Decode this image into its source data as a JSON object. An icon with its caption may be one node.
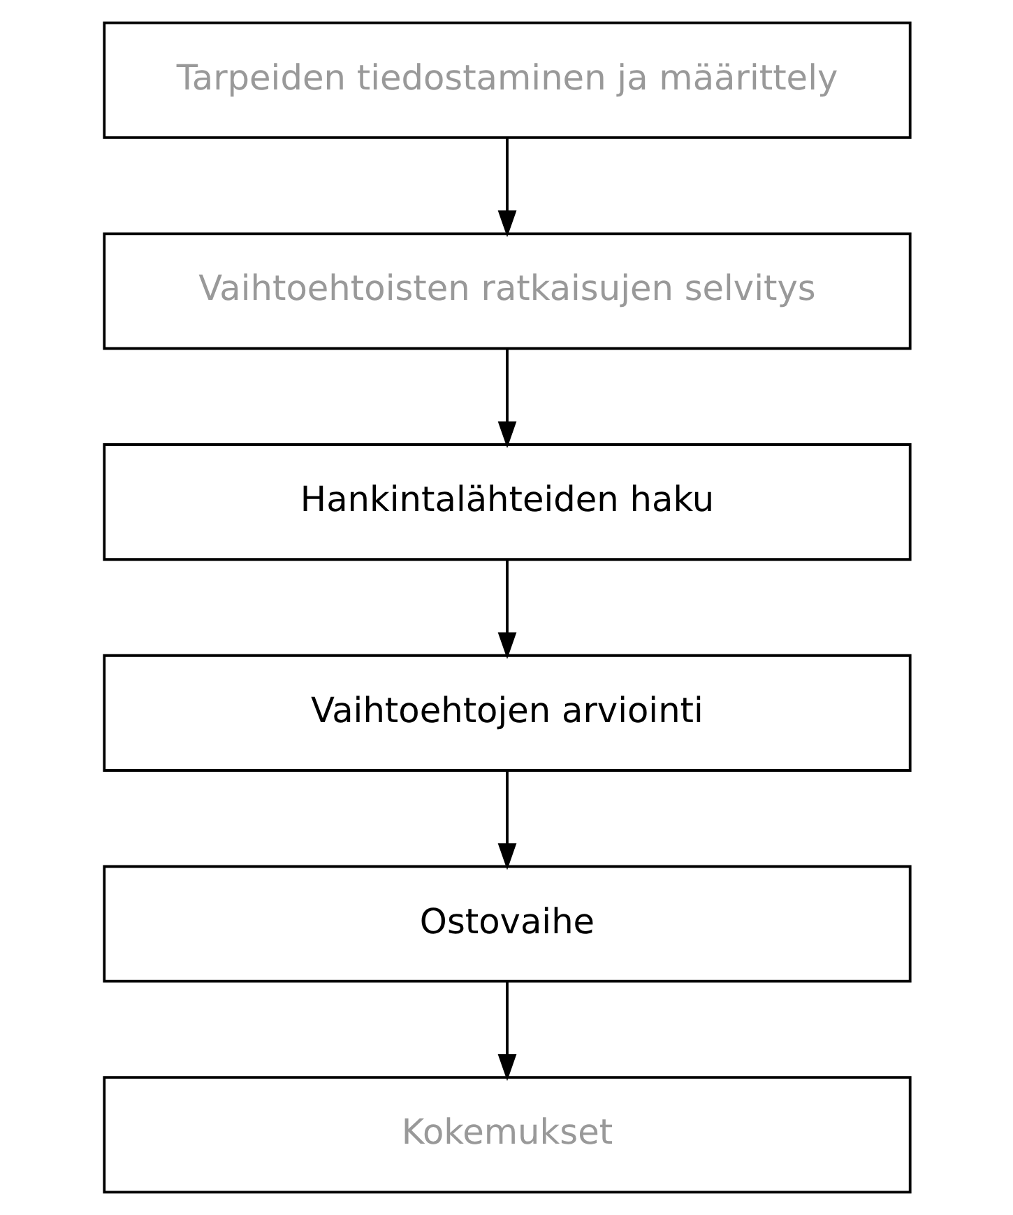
{
  "diagram": {
    "nodes": [
      {
        "text": [
          "Tarpeiden tiedostaminen ja määrittely"
        ]
      },
      {
        "text": [
          "Vaihtoehtoisten ratkaisujen selvitys"
        ]
      },
      {
        "text": [
          "Hankintalähteiden haku"
        ]
      },
      {
        "text": [
          "Vaihtoehtojen arviointi"
        ]
      },
      {
        "text": [
          "Ostovaihe"
        ]
      },
      {
        "text": [
          "Kokemukset"
        ]
      }
    ],
    "edges": [
      {
        "from": 0,
        "to": 1,
        "arrow": "to"
      },
      {
        "from": 1,
        "to": 2,
        "arrow": "to"
      },
      {
        "from": 2,
        "to": 3,
        "arrow": "to"
      },
      {
        "from": 3,
        "to": 4,
        "arrow": "to"
      },
      {
        "from": 4,
        "to": 5,
        "arrow": "to"
      }
    ]
  }
}
